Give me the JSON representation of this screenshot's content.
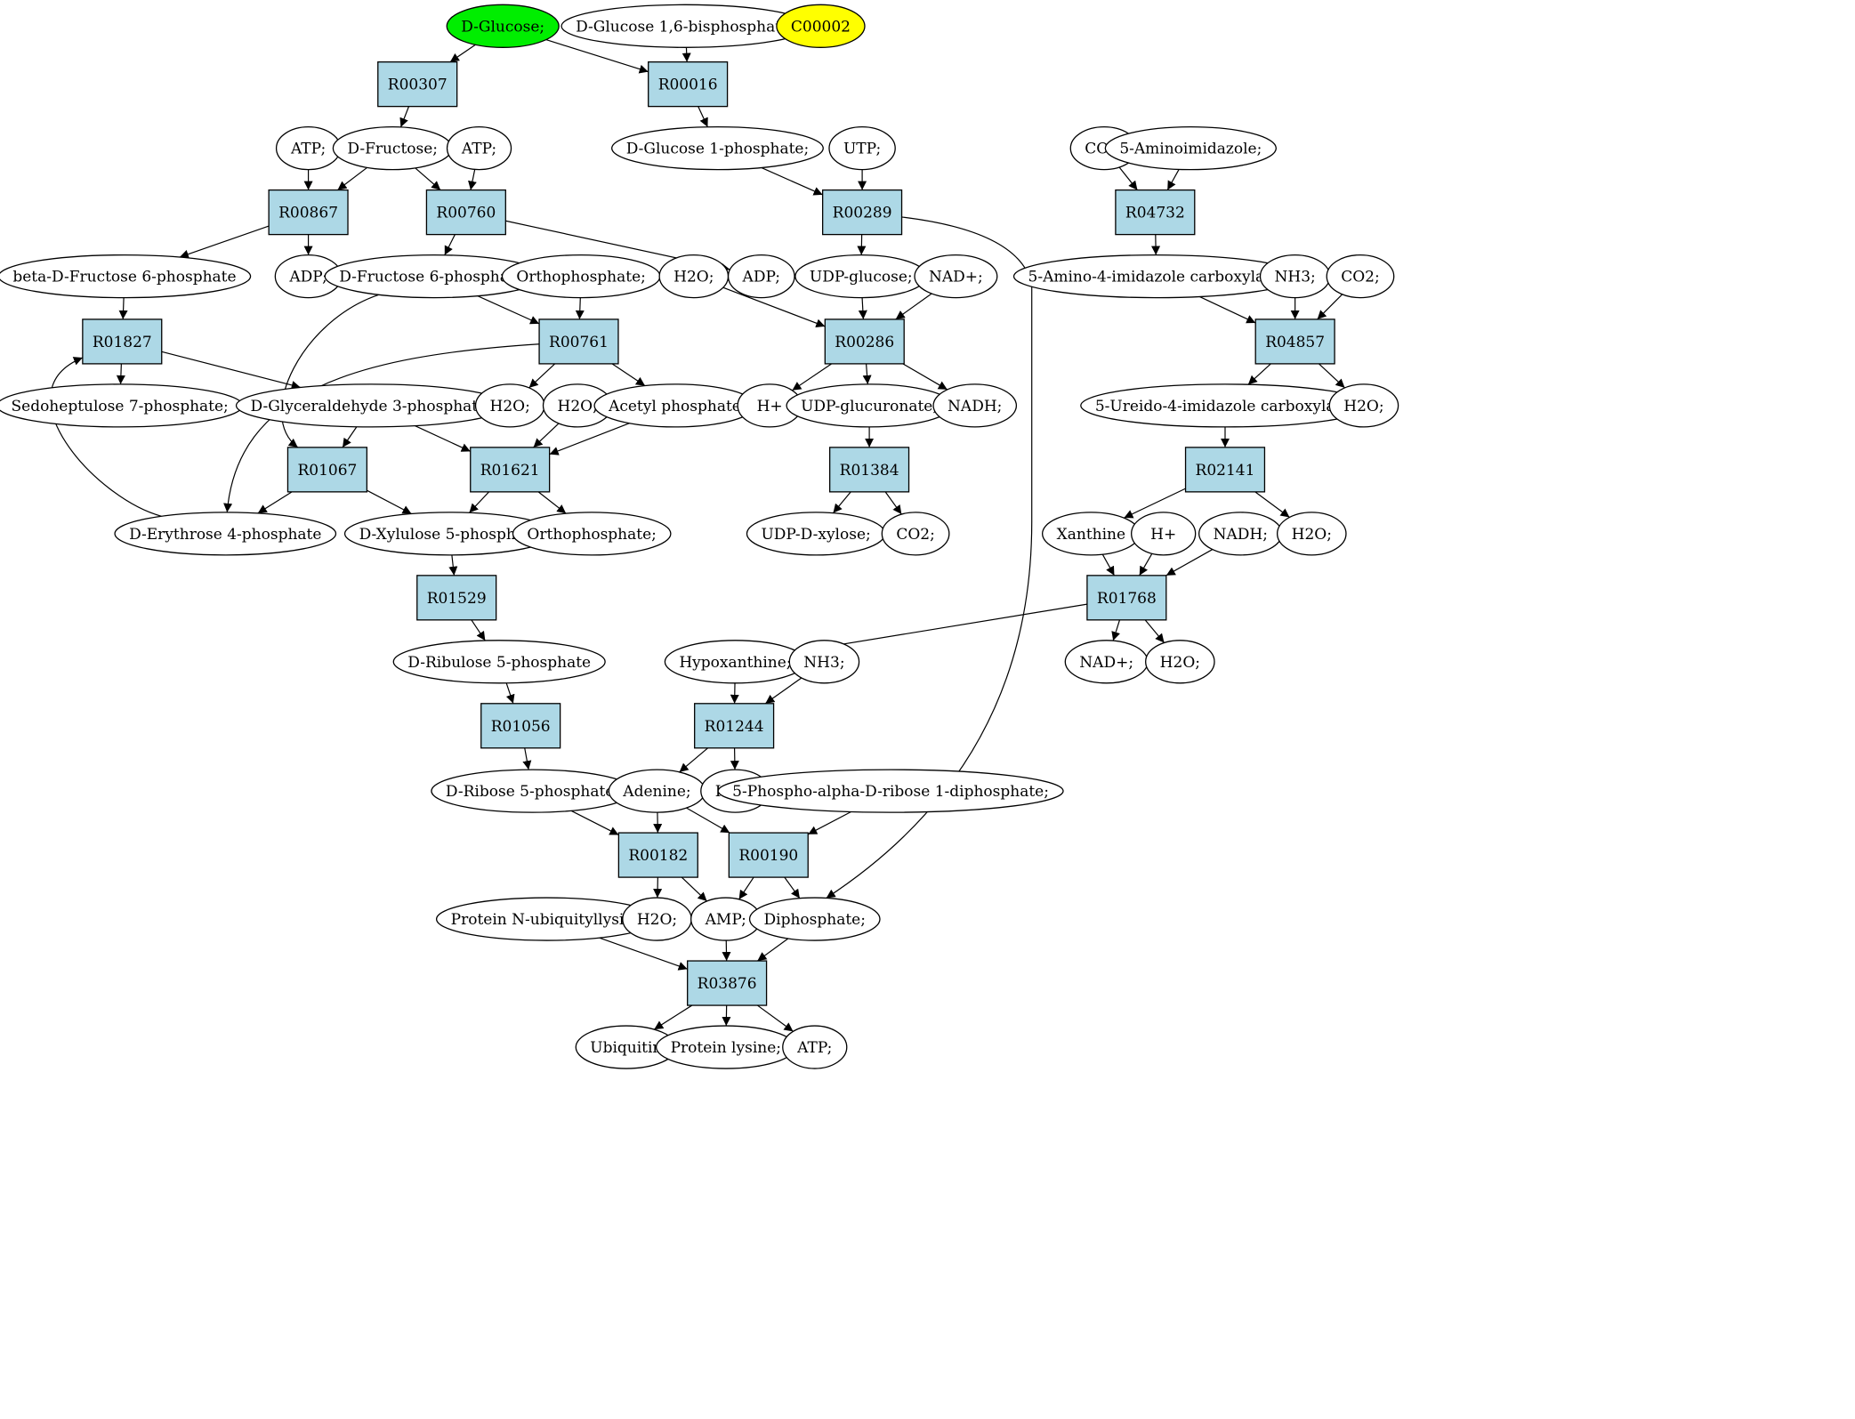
{
  "colors": {
    "reaction_fill": "#add8e6",
    "metabolite_fill": "#ffffff",
    "highlight_start": "#00ee00",
    "highlight_query": "#ffff00",
    "stroke": "#000000"
  },
  "nodes": {
    "glucose": {
      "label": "D-Glucose;",
      "kind": "metabolite",
      "color": "#00ee00"
    },
    "g16bp": {
      "label": "D-Glucose 1,6-bisphosphate;",
      "kind": "metabolite"
    },
    "c00002": {
      "label": "C00002",
      "kind": "metabolite",
      "color": "#ffff00"
    },
    "r00307": {
      "label": "R00307",
      "kind": "reaction"
    },
    "r00016": {
      "label": "R00016",
      "kind": "reaction"
    },
    "atp1": {
      "label": "ATP;",
      "kind": "metabolite"
    },
    "fructose": {
      "label": "D-Fructose;",
      "kind": "metabolite"
    },
    "atp2": {
      "label": "ATP;",
      "kind": "metabolite"
    },
    "g1p": {
      "label": "D-Glucose 1-phosphate;",
      "kind": "metabolite"
    },
    "utp": {
      "label": "UTP;",
      "kind": "metabolite"
    },
    "co2_a": {
      "label": "CO2;",
      "kind": "metabolite"
    },
    "aminoimid": {
      "label": "5-Aminoimidazole;",
      "kind": "metabolite"
    },
    "r00867": {
      "label": "R00867",
      "kind": "reaction"
    },
    "r00760": {
      "label": "R00760",
      "kind": "reaction"
    },
    "r00289": {
      "label": "R00289",
      "kind": "reaction"
    },
    "r04732": {
      "label": "R04732",
      "kind": "reaction"
    },
    "bf6p": {
      "label": "beta-D-Fructose 6-phosphate",
      "kind": "metabolite"
    },
    "adp1": {
      "label": "ADP;",
      "kind": "metabolite"
    },
    "f6p": {
      "label": "D-Fructose 6-phosphate;",
      "kind": "metabolite"
    },
    "orthop1": {
      "label": "Orthophosphate;",
      "kind": "metabolite"
    },
    "h2o_a": {
      "label": "H2O;",
      "kind": "metabolite"
    },
    "adp2": {
      "label": "ADP;",
      "kind": "metabolite"
    },
    "udpglc": {
      "label": "UDP-glucose;",
      "kind": "metabolite"
    },
    "nadp": {
      "label": "NAD+;",
      "kind": "metabolite"
    },
    "aicarbox": {
      "label": "5-Amino-4-imidazole carboxylate;",
      "kind": "metabolite"
    },
    "nh3_a": {
      "label": "NH3;",
      "kind": "metabolite"
    },
    "co2_b": {
      "label": "CO2;",
      "kind": "metabolite"
    },
    "r01827": {
      "label": "R01827",
      "kind": "reaction"
    },
    "r00761": {
      "label": "R00761",
      "kind": "reaction"
    },
    "r00286": {
      "label": "R00286",
      "kind": "reaction"
    },
    "r04857": {
      "label": "R04857",
      "kind": "reaction"
    },
    "s7p": {
      "label": "Sedoheptulose 7-phosphate;",
      "kind": "metabolite"
    },
    "g3p": {
      "label": "D-Glyceraldehyde 3-phosphate;",
      "kind": "metabolite"
    },
    "h2o_b": {
      "label": "H2O;",
      "kind": "metabolite"
    },
    "h2o_c": {
      "label": "H2O;",
      "kind": "metabolite"
    },
    "acetylp": {
      "label": "Acetyl phosphate",
      "kind": "metabolite"
    },
    "hplus_a": {
      "label": "H+",
      "kind": "metabolite"
    },
    "udpglcur": {
      "label": "UDP-glucuronate;",
      "kind": "metabolite"
    },
    "nadh_a": {
      "label": "NADH;",
      "kind": "metabolite"
    },
    "ureido": {
      "label": "5-Ureido-4-imidazole carboxylate;",
      "kind": "metabolite"
    },
    "h2o_d": {
      "label": "H2O;",
      "kind": "metabolite"
    },
    "r01067": {
      "label": "R01067",
      "kind": "reaction"
    },
    "r01621": {
      "label": "R01621",
      "kind": "reaction"
    },
    "r01384": {
      "label": "R01384",
      "kind": "reaction"
    },
    "r02141": {
      "label": "R02141",
      "kind": "reaction"
    },
    "e4p": {
      "label": "D-Erythrose 4-phosphate",
      "kind": "metabolite"
    },
    "x5p": {
      "label": "D-Xylulose 5-phosphate",
      "kind": "metabolite"
    },
    "orthop2": {
      "label": "Orthophosphate;",
      "kind": "metabolite"
    },
    "udpxyl": {
      "label": "UDP-D-xylose;",
      "kind": "metabolite"
    },
    "co2_c": {
      "label": "CO2;",
      "kind": "metabolite"
    },
    "xanthine": {
      "label": "Xanthine",
      "kind": "metabolite"
    },
    "hplus_b": {
      "label": "H+",
      "kind": "metabolite"
    },
    "nadh_b": {
      "label": "NADH;",
      "kind": "metabolite"
    },
    "h2o_e": {
      "label": "H2O;",
      "kind": "metabolite"
    },
    "r01529": {
      "label": "R01529",
      "kind": "reaction"
    },
    "r01768": {
      "label": "R01768",
      "kind": "reaction"
    },
    "ru5p": {
      "label": "D-Ribulose 5-phosphate",
      "kind": "metabolite"
    },
    "hypox": {
      "label": "Hypoxanthine;",
      "kind": "metabolite"
    },
    "nh3_b": {
      "label": "NH3;",
      "kind": "metabolite"
    },
    "nadp2": {
      "label": "NAD+;",
      "kind": "metabolite"
    },
    "h2o_f": {
      "label": "H2O;",
      "kind": "metabolite"
    },
    "r01056": {
      "label": "R01056",
      "kind": "reaction"
    },
    "r01244": {
      "label": "R01244",
      "kind": "reaction"
    },
    "r5p": {
      "label": "D-Ribose 5-phosphate;",
      "kind": "metabolite"
    },
    "adenine": {
      "label": "Adenine;",
      "kind": "metabolite"
    },
    "h2o_g": {
      "label": "H2O;",
      "kind": "metabolite"
    },
    "prpp": {
      "label": "5-Phospho-alpha-D-ribose 1-diphosphate;",
      "kind": "metabolite"
    },
    "r00182": {
      "label": "R00182",
      "kind": "reaction"
    },
    "r00190": {
      "label": "R00190",
      "kind": "reaction"
    },
    "protubq": {
      "label": "Protein N-ubiquityllysine",
      "kind": "metabolite"
    },
    "h2o_h": {
      "label": "H2O;",
      "kind": "metabolite"
    },
    "amp": {
      "label": "AMP;",
      "kind": "metabolite"
    },
    "diphos": {
      "label": "Diphosphate;",
      "kind": "metabolite"
    },
    "r03876": {
      "label": "R03876",
      "kind": "reaction"
    },
    "ubiquitin": {
      "label": "Ubiquitin",
      "kind": "metabolite"
    },
    "protlys": {
      "label": "Protein lysine;",
      "kind": "metabolite"
    },
    "atp3": {
      "label": "ATP;",
      "kind": "metabolite"
    }
  },
  "edges": [
    [
      "glucose",
      "r00307"
    ],
    [
      "glucose",
      "r00016"
    ],
    [
      "g16bp",
      "r00016"
    ],
    [
      "r00307",
      "fructose"
    ],
    [
      "r00016",
      "g1p"
    ],
    [
      "atp1",
      "r00867"
    ],
    [
      "fructose",
      "r00867"
    ],
    [
      "fructose",
      "r00760"
    ],
    [
      "atp2",
      "r00760"
    ],
    [
      "g1p",
      "r00289"
    ],
    [
      "utp",
      "r00289"
    ],
    [
      "co2_a",
      "r04732"
    ],
    [
      "aminoimid",
      "r04732"
    ],
    [
      "r00867",
      "bf6p"
    ],
    [
      "r00867",
      "adp1"
    ],
    [
      "r00760",
      "f6p"
    ],
    [
      "r00760",
      "adp2"
    ],
    [
      "r00289",
      "udpglc"
    ],
    [
      "r00289",
      "diphos"
    ],
    [
      "r04732",
      "aicarbox"
    ],
    [
      "bf6p",
      "r01827"
    ],
    [
      "f6p",
      "r00761"
    ],
    [
      "orthop1",
      "r00761"
    ],
    [
      "f6p",
      "r01067"
    ],
    [
      "h2o_a",
      "r00286"
    ],
    [
      "udpglc",
      "r00286"
    ],
    [
      "nadp",
      "r00286"
    ],
    [
      "aicarbox",
      "r04857"
    ],
    [
      "nh3_a",
      "r04857"
    ],
    [
      "co2_b",
      "r04857"
    ],
    [
      "r01827",
      "s7p"
    ],
    [
      "r01827",
      "g3p"
    ],
    [
      "r00761",
      "h2o_b"
    ],
    [
      "r00761",
      "acetylp"
    ],
    [
      "r00761",
      "e4p"
    ],
    [
      "r00286",
      "hplus_a"
    ],
    [
      "r00286",
      "udpglcur"
    ],
    [
      "r00286",
      "nadh_a"
    ],
    [
      "r04857",
      "ureido"
    ],
    [
      "r04857",
      "h2o_d"
    ],
    [
      "g3p",
      "r01067"
    ],
    [
      "g3p",
      "r01621"
    ],
    [
      "h2o_c",
      "r01621"
    ],
    [
      "acetylp",
      "r01621"
    ],
    [
      "udpglcur",
      "r01384"
    ],
    [
      "ureido",
      "r02141"
    ],
    [
      "r01067",
      "e4p"
    ],
    [
      "r01067",
      "x5p"
    ],
    [
      "r01621",
      "x5p"
    ],
    [
      "r01621",
      "orthop2"
    ],
    [
      "r01384",
      "udpxyl"
    ],
    [
      "r01384",
      "co2_c"
    ],
    [
      "r02141",
      "xanthine"
    ],
    [
      "r02141",
      "h2o_e"
    ],
    [
      "e4p",
      "r01827"
    ],
    [
      "x5p",
      "r01529"
    ],
    [
      "xanthine",
      "r01768"
    ],
    [
      "hplus_b",
      "r01768"
    ],
    [
      "nadh_b",
      "r01768"
    ],
    [
      "r01529",
      "ru5p"
    ],
    [
      "r01768",
      "hypox"
    ],
    [
      "r01768",
      "nadp2"
    ],
    [
      "r01768",
      "h2o_f"
    ],
    [
      "ru5p",
      "r01056"
    ],
    [
      "hypox",
      "r01244"
    ],
    [
      "nh3_b",
      "r01244"
    ],
    [
      "r01056",
      "r5p"
    ],
    [
      "r01244",
      "adenine"
    ],
    [
      "r01244",
      "h2o_g"
    ],
    [
      "r5p",
      "r00182"
    ],
    [
      "adenine",
      "r00182"
    ],
    [
      "adenine",
      "r00190"
    ],
    [
      "prpp",
      "r00190"
    ],
    [
      "r00182",
      "h2o_h"
    ],
    [
      "r00182",
      "amp"
    ],
    [
      "r00190",
      "amp"
    ],
    [
      "r00190",
      "diphos"
    ],
    [
      "protubq",
      "r03876"
    ],
    [
      "amp",
      "r03876"
    ],
    [
      "diphos",
      "r03876"
    ],
    [
      "r03876",
      "ubiquitin"
    ],
    [
      "r03876",
      "protlys"
    ],
    [
      "r03876",
      "atp3"
    ]
  ]
}
